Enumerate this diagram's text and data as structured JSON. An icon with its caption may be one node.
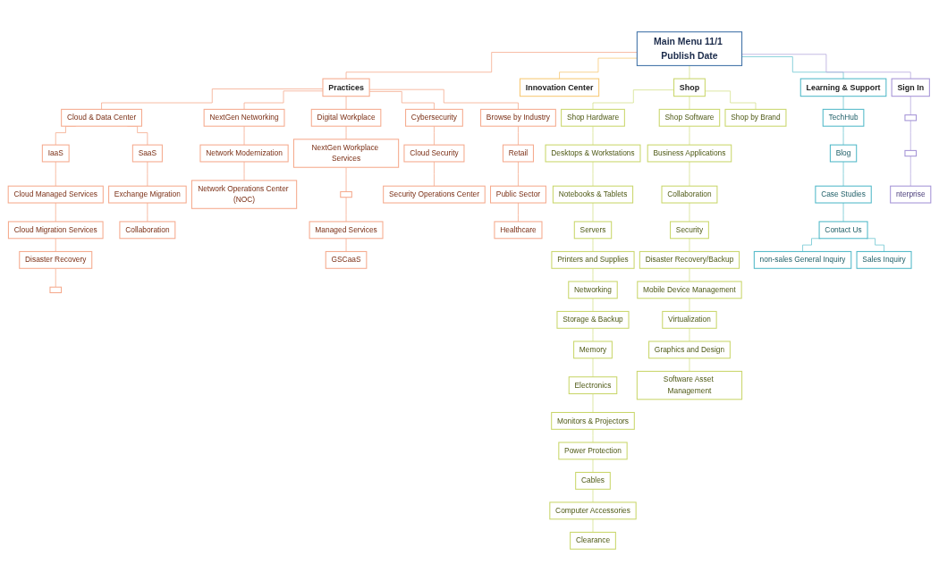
{
  "diagram": {
    "nodes": [
      {
        "text": [
          "Main Menu 11/1 Publish Date"
        ]
      },
      {
        "text": [
          "Practices"
        ]
      },
      {
        "text": [
          "Innovation Center"
        ]
      },
      {
        "text": [
          "Shop"
        ]
      },
      {
        "text": [
          "Learning & Support"
        ]
      },
      {
        "text": [
          "Sign In"
        ]
      },
      {
        "text": [
          "Cloud & Data Center"
        ]
      },
      {
        "text": [
          "IaaS"
        ]
      },
      {
        "text": [
          "Cloud Managed Services"
        ]
      },
      {
        "text": [
          "Cloud Migration Services"
        ]
      },
      {
        "text": [
          "Disaster Recovery"
        ]
      },
      {
        "text": [],
        "shape": "box"
      },
      {
        "text": [
          "SaaS"
        ]
      },
      {
        "text": [
          "Exchange Migration"
        ]
      },
      {
        "text": [
          "Collaboration"
        ]
      },
      {
        "text": [
          "NextGen Networking"
        ]
      },
      {
        "text": [
          "Network Modernization"
        ]
      },
      {
        "text": [
          "Network Operations Center (NOC)"
        ]
      },
      {
        "text": [
          "Digital Workplace"
        ]
      },
      {
        "text": [
          "NextGen Workplace Services"
        ]
      },
      {
        "text": [],
        "shape": "box"
      },
      {
        "text": [
          "Managed Services"
        ]
      },
      {
        "text": [
          "GSCaaS"
        ]
      },
      {
        "text": [
          "Cybersecurity"
        ]
      },
      {
        "text": [
          "Cloud Security"
        ]
      },
      {
        "text": [
          "Security Operations Center"
        ]
      },
      {
        "text": [
          "Browse by Industry"
        ]
      },
      {
        "text": [
          "Retail"
        ]
      },
      {
        "text": [
          "Public Sector"
        ]
      },
      {
        "text": [
          "Healthcare"
        ]
      },
      {
        "text": [
          "Shop Hardware"
        ]
      },
      {
        "text": [
          "Desktops & Workstations"
        ]
      },
      {
        "text": [
          "Notebooks & Tablets"
        ]
      },
      {
        "text": [
          "Servers"
        ]
      },
      {
        "text": [
          "Printers and Supplies"
        ]
      },
      {
        "text": [
          "Networking"
        ]
      },
      {
        "text": [
          "Storage & Backup"
        ]
      },
      {
        "text": [
          "Memory"
        ]
      },
      {
        "text": [
          "Electronics"
        ]
      },
      {
        "text": [
          "Monitors & Projectors"
        ]
      },
      {
        "text": [
          "Power Protection"
        ]
      },
      {
        "text": [
          "Cables"
        ]
      },
      {
        "text": [
          "Computer Accessories"
        ]
      },
      {
        "text": [
          "Clearance"
        ]
      },
      {
        "text": [
          "Shop Software"
        ]
      },
      {
        "text": [
          "Business Applications"
        ]
      },
      {
        "text": [
          "Collaboration"
        ]
      },
      {
        "text": [
          "Security"
        ]
      },
      {
        "text": [
          "Disaster Recovery/Backup"
        ]
      },
      {
        "text": [
          "Mobile Device Management"
        ]
      },
      {
        "text": [
          "Virtualization"
        ]
      },
      {
        "text": [
          "Graphics and Design"
        ]
      },
      {
        "text": [
          "Software Asset Management"
        ]
      },
      {
        "text": [
          "Shop by Brand"
        ]
      },
      {
        "text": [
          "TechHub"
        ]
      },
      {
        "text": [
          "Blog"
        ]
      },
      {
        "text": [
          "Case Studies"
        ]
      },
      {
        "text": [
          "Contact Us"
        ]
      },
      {
        "text": [
          "non-sales General Inquiry"
        ]
      },
      {
        "text": [
          "Sales Inquiry"
        ]
      },
      {
        "text": [],
        "shape": "box"
      },
      {
        "text": [],
        "shape": "box"
      },
      {
        "text": [
          "nterprise"
        ]
      }
    ],
    "edges": [
      {
        "from": 0,
        "to": 1,
        "arrow": "none"
      },
      {
        "from": 0,
        "to": 2,
        "arrow": "none",
        "color": "#f7c873"
      },
      {
        "from": 0,
        "to": 3,
        "arrow": "none",
        "color": "#d4e08a"
      },
      {
        "from": 0,
        "to": 4,
        "arrow": "none",
        "color": "#6cc5d1"
      },
      {
        "from": 0,
        "to": 5,
        "arrow": "none",
        "color": "#b5a8de"
      },
      {
        "from": 1,
        "to": 6,
        "arrow": "none"
      },
      {
        "from": 1,
        "to": 15,
        "arrow": "none"
      },
      {
        "from": 1,
        "to": 18,
        "arrow": "none"
      },
      {
        "from": 1,
        "to": 23,
        "arrow": "none"
      },
      {
        "from": 1,
        "to": 26,
        "arrow": "none"
      },
      {
        "from": 6,
        "to": 7,
        "arrow": "none"
      },
      {
        "from": 6,
        "to": 12,
        "arrow": "none"
      },
      {
        "from": 7,
        "to": 8,
        "arrow": "none"
      },
      {
        "from": 8,
        "to": 9,
        "arrow": "none"
      },
      {
        "from": 9,
        "to": 10,
        "arrow": "none"
      },
      {
        "from": 10,
        "to": 11,
        "arrow": "none"
      },
      {
        "from": 12,
        "to": 13,
        "arrow": "none"
      },
      {
        "from": 13,
        "to": 14,
        "arrow": "none"
      },
      {
        "from": 15,
        "to": 16,
        "arrow": "none"
      },
      {
        "from": 16,
        "to": 17,
        "arrow": "none"
      },
      {
        "from": 18,
        "to": 19,
        "arrow": "none"
      },
      {
        "from": 19,
        "to": 20,
        "arrow": "none"
      },
      {
        "from": 20,
        "to": 21,
        "arrow": "none"
      },
      {
        "from": 21,
        "to": 22,
        "arrow": "none"
      },
      {
        "from": 23,
        "to": 24,
        "arrow": "none"
      },
      {
        "from": 24,
        "to": 25,
        "arrow": "none"
      },
      {
        "from": 26,
        "to": 27,
        "arrow": "none"
      },
      {
        "from": 27,
        "to": 28,
        "arrow": "none"
      },
      {
        "from": 28,
        "to": 29,
        "arrow": "none"
      },
      {
        "from": 3,
        "to": 30,
        "arrow": "none",
        "color": "#d4e08a"
      },
      {
        "from": 3,
        "to": 44,
        "arrow": "none",
        "color": "#d4e08a"
      },
      {
        "from": 3,
        "to": 53,
        "arrow": "none",
        "color": "#d4e08a"
      },
      {
        "from": 30,
        "to": 31,
        "arrow": "none",
        "color": "#d4e08a"
      },
      {
        "from": 31,
        "to": 32,
        "arrow": "none",
        "color": "#d4e08a"
      },
      {
        "from": 32,
        "to": 33,
        "arrow": "none",
        "color": "#d4e08a"
      },
      {
        "from": 33,
        "to": 34,
        "arrow": "none",
        "color": "#d4e08a"
      },
      {
        "from": 34,
        "to": 35,
        "arrow": "none",
        "color": "#d4e08a"
      },
      {
        "from": 35,
        "to": 36,
        "arrow": "none",
        "color": "#d4e08a"
      },
      {
        "from": 36,
        "to": 37,
        "arrow": "none",
        "color": "#d4e08a"
      },
      {
        "from": 37,
        "to": 38,
        "arrow": "none",
        "color": "#d4e08a"
      },
      {
        "from": 38,
        "to": 39,
        "arrow": "none",
        "color": "#d4e08a"
      },
      {
        "from": 39,
        "to": 40,
        "arrow": "none",
        "color": "#d4e08a"
      },
      {
        "from": 40,
        "to": 41,
        "arrow": "none",
        "color": "#d4e08a"
      },
      {
        "from": 41,
        "to": 42,
        "arrow": "none",
        "color": "#d4e08a"
      },
      {
        "from": 42,
        "to": 43,
        "arrow": "none",
        "color": "#d4e08a"
      },
      {
        "from": 44,
        "to": 45,
        "arrow": "none",
        "color": "#d4e08a"
      },
      {
        "from": 45,
        "to": 46,
        "arrow": "none",
        "color": "#d4e08a"
      },
      {
        "from": 46,
        "to": 47,
        "arrow": "none",
        "color": "#d4e08a"
      },
      {
        "from": 47,
        "to": 48,
        "arrow": "none",
        "color": "#d4e08a"
      },
      {
        "from": 48,
        "to": 49,
        "arrow": "none",
        "color": "#d4e08a"
      },
      {
        "from": 49,
        "to": 50,
        "arrow": "none",
        "color": "#d4e08a"
      },
      {
        "from": 50,
        "to": 51,
        "arrow": "none",
        "color": "#d4e08a"
      },
      {
        "from": 51,
        "to": 52,
        "arrow": "none",
        "color": "#d4e08a"
      },
      {
        "from": 4,
        "to": 54,
        "arrow": "none",
        "color": "#6cc5d1"
      },
      {
        "from": 54,
        "to": 55,
        "arrow": "none",
        "color": "#6cc5d1"
      },
      {
        "from": 55,
        "to": 56,
        "arrow": "none",
        "color": "#6cc5d1"
      },
      {
        "from": 56,
        "to": 57,
        "arrow": "none",
        "color": "#6cc5d1"
      },
      {
        "from": 57,
        "to": 58,
        "arrow": "none",
        "color": "#6cc5d1"
      },
      {
        "from": 57,
        "to": 59,
        "arrow": "none",
        "color": "#6cc5d1"
      },
      {
        "from": 5,
        "to": 60,
        "arrow": "none",
        "color": "#b5a8de"
      },
      {
        "from": 60,
        "to": 61,
        "arrow": "none",
        "color": "#b5a8de"
      },
      {
        "from": 61,
        "to": 62,
        "arrow": "none",
        "color": "#b5a8de"
      }
    ]
  }
}
